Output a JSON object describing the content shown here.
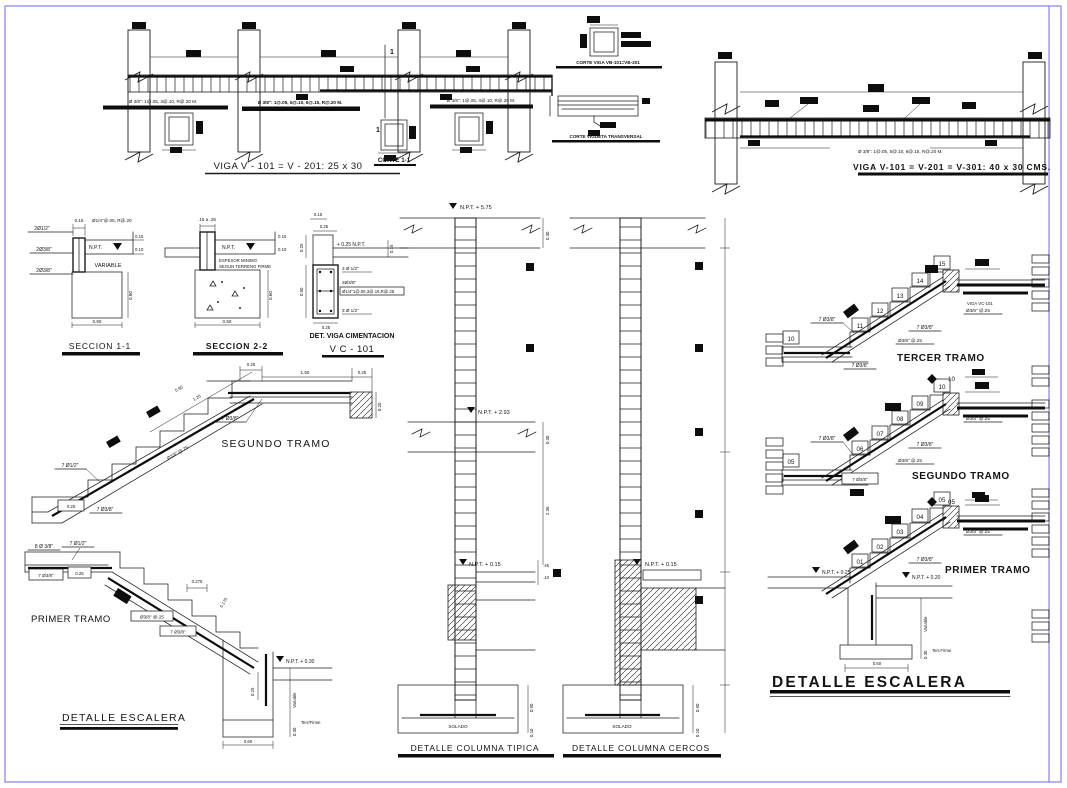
{
  "sheet": {
    "border_color": "#8a8af2"
  },
  "beam_a": {
    "title": "VIGA V - 101 = V - 201: 25 x 30",
    "note_left": "Ø 3/8\": 1@.05, 3@.10, R@.20 M.",
    "note_center": "Ø 3/8\": 1@.05, 5@.10, 6@.15, R@.20 M.",
    "note_right": "Ø 3/8\": 1@.05, 4@.10, R@.20 M.",
    "cut_top": "1",
    "cut_bottom": "1",
    "corte_label": "CORTE 1-1"
  },
  "corte_viga": {
    "title": "CORTE VIGA VB-101=VB-201"
  },
  "corte_vigueta": {
    "title": "CORTE VIGUETA TRANSVERSAL"
  },
  "beam_b": {
    "note": "Ø 3/8\": 1@.05, 5@.10, 6@.15, R@.20 M.",
    "title": "VIGA V-101 = V-201 = V-301: 40 x 30 CMS."
  },
  "seccion11": {
    "title": "SECCION 1-1",
    "dim_top": "0.15",
    "note_top": "Ø1/4\"@.05, R@.20",
    "rebar1": "2Ø1/2\"",
    "rebar2": "2Ø3/8\"",
    "rebar3": "2Ø3/8\"",
    "npt": "N.P.T.",
    "dim_r1": "0.15",
    "dim_r2": "0.10",
    "variable": "VARIABLE",
    "dim_h": "0.60",
    "dim_w": "0.60"
  },
  "seccion22": {
    "title": "SECCION 2-2",
    "dim_top": ".15 a .25",
    "npt": "N.P.T.",
    "dim_r1": "0.15",
    "dim_r2": "0.10",
    "note1": "ESPESOR MINIMO",
    "note2": "SEGUN TERRENO FIRME",
    "dim_h": "0.60",
    "dim_w": "0.50"
  },
  "vc101": {
    "title": "DET. VIGA CIMENTACION",
    "subtitle": "V C - 101",
    "dim_t1": "0.15",
    "dim_t2": "0.25",
    "dim_l1": "0.25",
    "dim_l2": "0.50",
    "dim_r": "0.15",
    "dim_b": "0.25",
    "npt": "+ 0.25 N.P.T.",
    "rebar_top": "3 Ø 1/2\"",
    "rebar_mid": "2Ø3/8\"",
    "stirrup": "Ø1/4\"1@.05,3@.15,R@.25",
    "rebar_bot": "3 Ø 1/2\""
  },
  "col_tipica": {
    "npt_top": "N.P.T. + 5.75",
    "npt_mid": "N.P.T. + 2.93",
    "npt_low": "N.P.T. + 0.15",
    "dim_beam1": "0.30",
    "dim_beam2": "0.30",
    "dim_story": "2.36",
    "dim_a": ".45",
    "dim_b": ".10",
    "solado": "SOLADO",
    "dim_foot": "0.90",
    "dim_sol": "0.10",
    "title": "DETALLE COLUMNA TIPICA"
  },
  "col_cercos": {
    "npt_low": "N.P.T. + 0.15",
    "solado": "SOLADO",
    "dim_foot": "0.90",
    "dim_sol": "0.10",
    "title": "DETALLE COLUMNA CERCOS"
  },
  "stair_seg_l": {
    "title": "SEGUNDO TRAMO",
    "dim1": "0.25",
    "dim2": "1.50",
    "dim3": "0.25",
    "dim4": "0.20",
    "dim5": "0.90",
    "dim6": "1.26",
    "rebar_top": "7 Ø3/8\"",
    "rebar_dist": "Ø3/8\" @.25",
    "rebar_left": "7 Ø1/2\"",
    "dim7": "0.25",
    "rebar_bot": "7 Ø3/8\""
  },
  "stair_pri_l": {
    "title": "PRIMER TRAMO",
    "rebar1": "8 Ø 3/8\"",
    "rebar2": "7 Ø1/2\"",
    "rebar3": "7 Ø3/8\"",
    "dim1": "0.25",
    "dim2": "0.275",
    "dim3": "0.175",
    "rebar_dist": "Ø3/8\" @.25",
    "rebar4": "7 Ø3/8\"",
    "npt": "N.P.T. + 0.30",
    "dim4": "0.25",
    "variable": "Variable",
    "dim5": "0.30",
    "terreno": "Terr/Firme",
    "dim6": "0.60"
  },
  "detalle_escalera_left": {
    "title": "DETALLE ESCALERA"
  },
  "stair_ter_r": {
    "title": "TERCER TRAMO",
    "s10": "10",
    "s11": "11",
    "s12": "12",
    "s13": "13",
    "s14": "14",
    "s15": "15",
    "rebar_left": "7 Ø3/8\"",
    "dist1": "Ø3/8\" @.25",
    "rebar_mid": "7 Ø3/8\"",
    "dist2": "Ø3/8\" @.25",
    "rebar_bot": "7 Ø3/8\"",
    "viga": "VIGA VC-101",
    "cont": "10"
  },
  "stair_seg_r": {
    "title": "SEGUNDO TRAMO",
    "s05": "05",
    "s06": "06",
    "s07": "07",
    "s08": "08",
    "s09": "09",
    "s10": "10",
    "rebar_left": "7 Ø3/8\"",
    "dist1": "Ø3/8\" @.25",
    "rebar_mid": "7 Ø3/8\"",
    "dist2": "Ø3/8\" @.25",
    "rebar_bot": "7 Ø3/8\"",
    "cont": "05"
  },
  "stair_pri_r": {
    "title": "PRIMER TRAMO",
    "s01": "01",
    "s02": "02",
    "s03": "03",
    "s04": "04",
    "s05": "05",
    "npt_left": "N.P.T. + 0.25",
    "npt_right": "N.P.T. + 0.20",
    "dist1": "Ø3/8\" @.25",
    "rebar_mid": "7 Ø3/8\"",
    "variable": "Variable",
    "dim1": "0.30",
    "terreno": "Terr.Firme",
    "dim2": "0.60"
  },
  "detalle_escalera_right": {
    "title": "DETALLE ESCALERA"
  }
}
